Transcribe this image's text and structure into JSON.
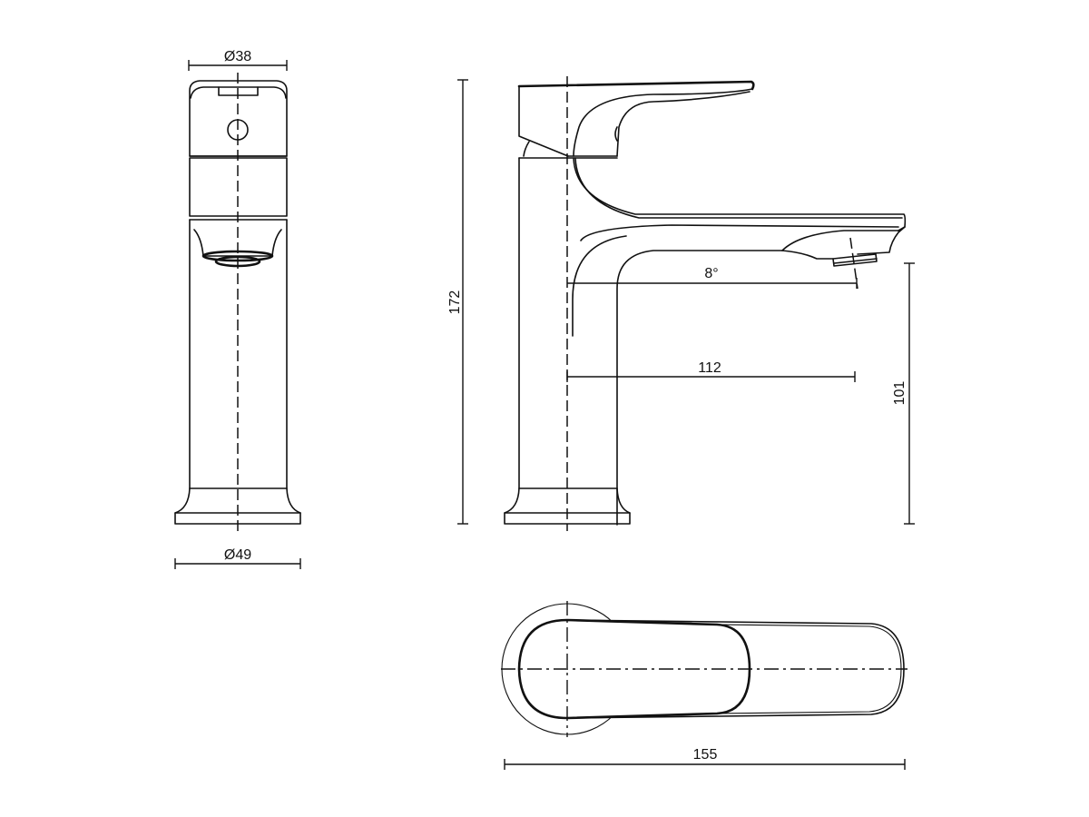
{
  "drawing": {
    "title": "Basin mixer technical drawing",
    "line_color": "#111111",
    "background": "#ffffff",
    "views": {
      "front": {
        "top_diameter_label": "Ø38",
        "base_diameter_label": "Ø49"
      },
      "side": {
        "overall_height_label": "172",
        "spout_angle_label": "8°",
        "spout_reach_label": "112",
        "outlet_height_label": "101"
      },
      "top": {
        "overall_length_label": "155"
      }
    }
  }
}
